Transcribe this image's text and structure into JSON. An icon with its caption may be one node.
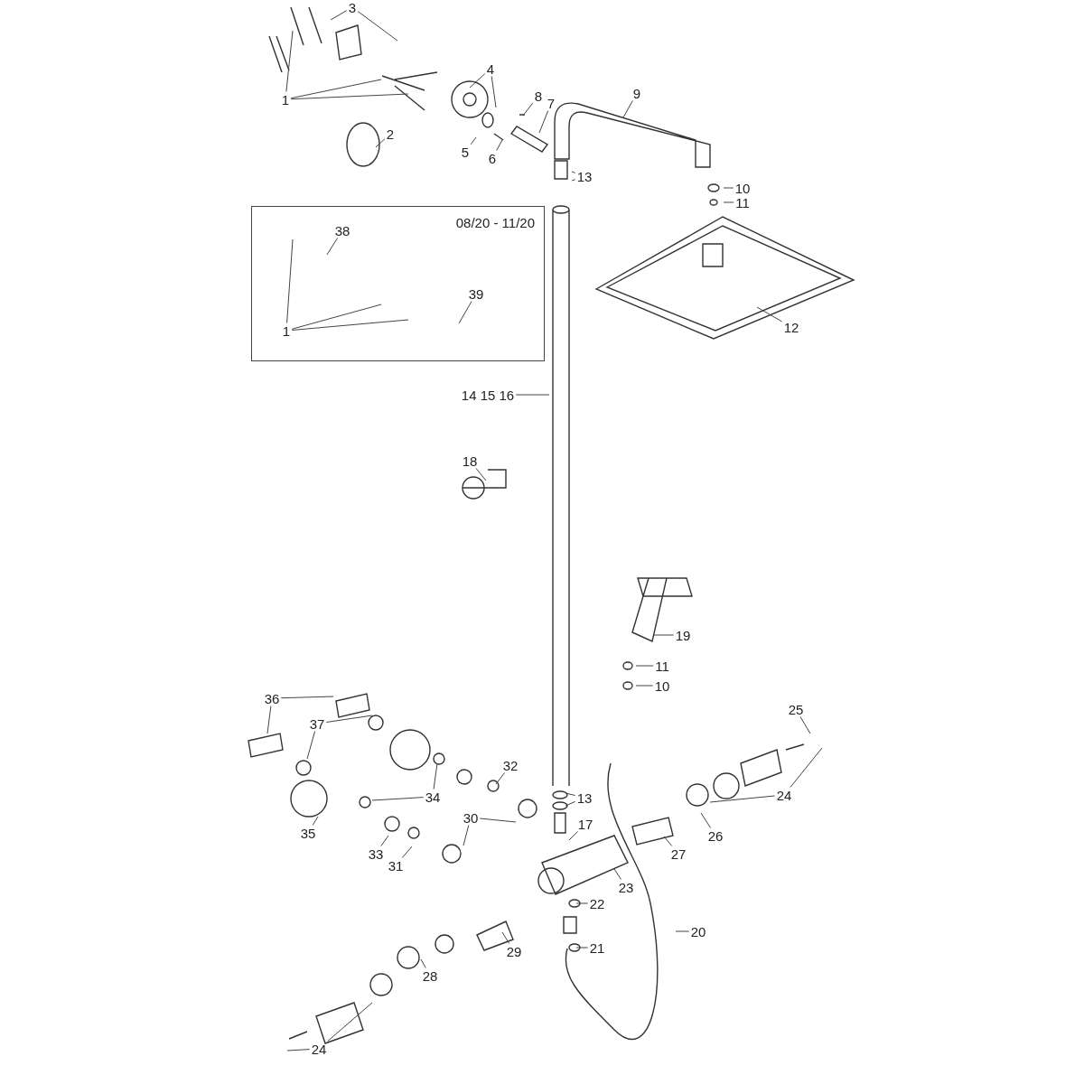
{
  "diagram": {
    "nodes": [
      {
        "text": [
          "3"
        ]
      },
      {
        "text": [
          "1"
        ]
      },
      {
        "text": [
          "4"
        ]
      },
      {
        "text": [
          "8"
        ]
      },
      {
        "text": [
          "7"
        ]
      },
      {
        "text": [
          "9"
        ]
      },
      {
        "text": [
          "2"
        ]
      },
      {
        "text": [
          "5"
        ]
      },
      {
        "text": [
          "6"
        ]
      },
      {
        "text": [
          "13"
        ]
      },
      {
        "text": [
          "10"
        ]
      },
      {
        "text": [
          "11"
        ]
      },
      {
        "text": [
          "08/20 - 11/20"
        ]
      },
      {
        "text": [
          "38"
        ],
        "in": 12
      },
      {
        "text": [
          "39"
        ],
        "in": 12
      },
      {
        "text": [
          "1"
        ],
        "in": 12
      },
      {
        "text": [
          "12"
        ]
      },
      {
        "text": [
          "14 15 16"
        ]
      },
      {
        "text": [
          "18"
        ]
      },
      {
        "text": [
          "19"
        ]
      },
      {
        "text": [
          "11"
        ]
      },
      {
        "text": [
          "10"
        ]
      },
      {
        "text": [
          "36"
        ]
      },
      {
        "text": [
          "37"
        ]
      },
      {
        "text": [
          "25"
        ]
      },
      {
        "text": [
          "32"
        ]
      },
      {
        "text": [
          "13"
        ]
      },
      {
        "text": [
          "24"
        ]
      },
      {
        "text": [
          "34"
        ]
      },
      {
        "text": [
          "35"
        ]
      },
      {
        "text": [
          "30"
        ]
      },
      {
        "text": [
          "17"
        ]
      },
      {
        "text": [
          "26"
        ]
      },
      {
        "text": [
          "27"
        ]
      },
      {
        "text": [
          "33"
        ]
      },
      {
        "text": [
          "31"
        ]
      },
      {
        "text": [
          "23"
        ]
      },
      {
        "text": [
          "22"
        ]
      },
      {
        "text": [
          "20"
        ]
      },
      {
        "text": [
          "29"
        ]
      },
      {
        "text": [
          "21"
        ]
      },
      {
        "text": [
          "28"
        ]
      },
      {
        "text": [
          "24"
        ]
      }
    ],
    "edges": [
      {
        "from": 0,
        "to": null,
        "arrow": "none"
      },
      {
        "from": 0,
        "to": null,
        "arrow": "none"
      },
      {
        "from": 1,
        "to": null,
        "arrow": "none"
      },
      {
        "from": 1,
        "to": null,
        "arrow": "none"
      },
      {
        "from": 1,
        "to": null,
        "arrow": "none"
      },
      {
        "from": 2,
        "to": null,
        "arrow": "none"
      },
      {
        "from": 2,
        "to": null,
        "arrow": "none"
      },
      {
        "from": 3,
        "to": null,
        "arrow": "none"
      },
      {
        "from": 4,
        "to": null,
        "arrow": "none"
      },
      {
        "from": 5,
        "to": null,
        "arrow": "none"
      },
      {
        "from": 6,
        "to": null,
        "arrow": "none"
      },
      {
        "from": 7,
        "to": null,
        "arrow": "none"
      },
      {
        "from": 8,
        "to": null,
        "arrow": "none"
      },
      {
        "from": 9,
        "to": null,
        "arrow": "none"
      },
      {
        "from": 9,
        "to": null,
        "arrow": "none"
      },
      {
        "from": 10,
        "to": null,
        "arrow": "none"
      },
      {
        "from": 11,
        "to": null,
        "arrow": "none"
      },
      {
        "from": 13,
        "to": null,
        "arrow": "none"
      },
      {
        "from": 14,
        "to": null,
        "arrow": "none"
      },
      {
        "from": 15,
        "to": null,
        "arrow": "none"
      },
      {
        "from": 15,
        "to": null,
        "arrow": "none"
      },
      {
        "from": 15,
        "to": null,
        "arrow": "none"
      },
      {
        "from": 16,
        "to": null,
        "arrow": "none"
      },
      {
        "from": 17,
        "to": null,
        "arrow": "none"
      },
      {
        "from": 18,
        "to": null,
        "arrow": "none"
      },
      {
        "from": 19,
        "to": null,
        "arrow": "none"
      },
      {
        "from": 20,
        "to": null,
        "arrow": "none"
      },
      {
        "from": 21,
        "to": null,
        "arrow": "none"
      },
      {
        "from": 22,
        "to": null,
        "arrow": "none"
      },
      {
        "from": 22,
        "to": null,
        "arrow": "none"
      },
      {
        "from": 23,
        "to": null,
        "arrow": "none"
      },
      {
        "from": 23,
        "to": null,
        "arrow": "none"
      },
      {
        "from": 24,
        "to": null,
        "arrow": "none"
      },
      {
        "from": 25,
        "to": null,
        "arrow": "none"
      },
      {
        "from": 26,
        "to": null,
        "arrow": "none"
      },
      {
        "from": 26,
        "to": null,
        "arrow": "none"
      },
      {
        "from": 27,
        "to": null,
        "arrow": "none"
      },
      {
        "from": 27,
        "to": null,
        "arrow": "none"
      },
      {
        "from": 28,
        "to": null,
        "arrow": "none"
      },
      {
        "from": 28,
        "to": null,
        "arrow": "none"
      },
      {
        "from": 29,
        "to": null,
        "arrow": "none"
      },
      {
        "from": 30,
        "to": null,
        "arrow": "none"
      },
      {
        "from": 30,
        "to": null,
        "arrow": "none"
      },
      {
        "from": 31,
        "to": null,
        "arrow": "none"
      },
      {
        "from": 32,
        "to": null,
        "arrow": "none"
      },
      {
        "from": 33,
        "to": null,
        "arrow": "none"
      },
      {
        "from": 34,
        "to": null,
        "arrow": "none"
      },
      {
        "from": 35,
        "to": null,
        "arrow": "none"
      },
      {
        "from": 36,
        "to": null,
        "arrow": "none"
      },
      {
        "from": 37,
        "to": null,
        "arrow": "none"
      },
      {
        "from": 38,
        "to": null,
        "arrow": "none"
      },
      {
        "from": 39,
        "to": null,
        "arrow": "none"
      },
      {
        "from": 40,
        "to": null,
        "arrow": "none"
      },
      {
        "from": 41,
        "to": null,
        "arrow": "none"
      },
      {
        "from": 42,
        "to": null,
        "arrow": "none"
      },
      {
        "from": 42,
        "to": null,
        "arrow": "none"
      }
    ]
  }
}
